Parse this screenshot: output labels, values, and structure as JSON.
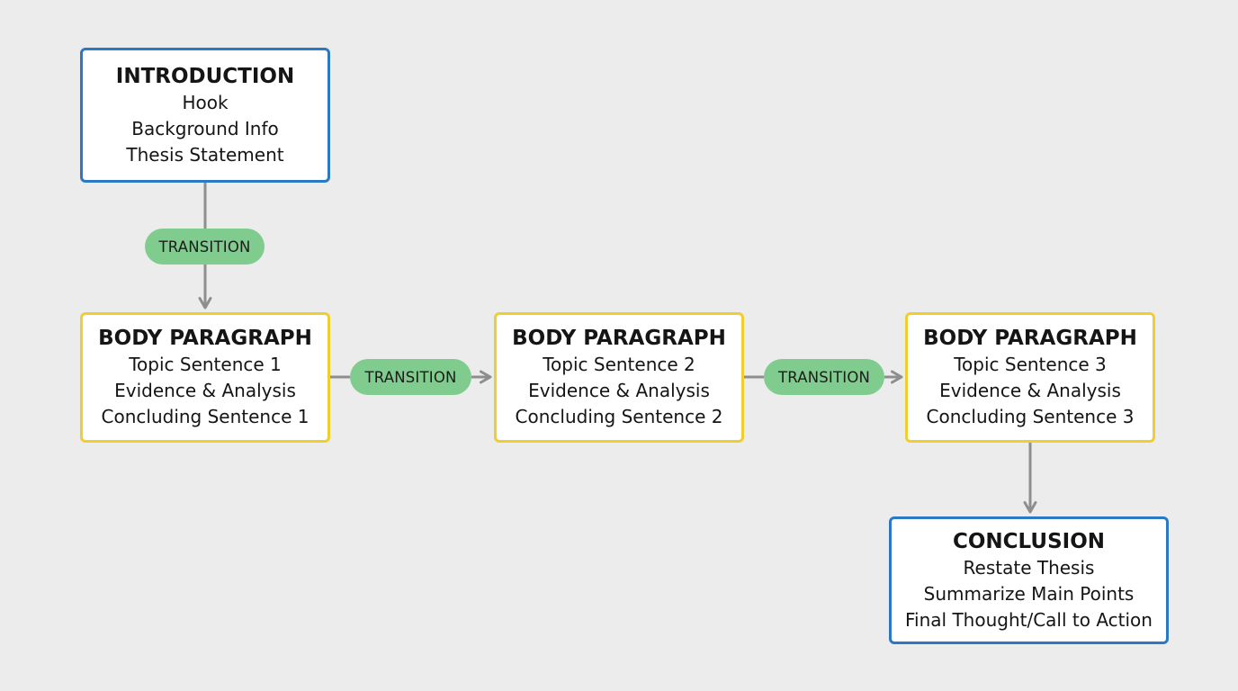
{
  "colors": {
    "background": "#ececec",
    "intro_border": "#2b78c4",
    "body_border": "#f2cd2e",
    "transition_fill": "#80cc8e",
    "arrow": "#8e8e8e"
  },
  "introduction": {
    "title": "INTRODUCTION",
    "lines": [
      "Hook",
      "Background Info",
      "Thesis Statement"
    ]
  },
  "transitions": [
    {
      "label": "TRANSITION"
    },
    {
      "label": "TRANSITION"
    },
    {
      "label": "TRANSITION"
    }
  ],
  "body_paragraphs": [
    {
      "title": "BODY PARAGRAPH",
      "lines": [
        "Topic Sentence 1",
        "Evidence & Analysis",
        "Concluding Sentence 1"
      ]
    },
    {
      "title": "BODY PARAGRAPH",
      "lines": [
        "Topic Sentence 2",
        "Evidence & Analysis",
        "Concluding Sentence 2"
      ]
    },
    {
      "title": "BODY PARAGRAPH",
      "lines": [
        "Topic Sentence 3",
        "Evidence & Analysis",
        "Concluding Sentence 3"
      ]
    }
  ],
  "conclusion": {
    "title": "CONCLUSION",
    "lines": [
      "Restate Thesis",
      "Summarize Main Points",
      "Final Thought/Call to Action"
    ]
  }
}
